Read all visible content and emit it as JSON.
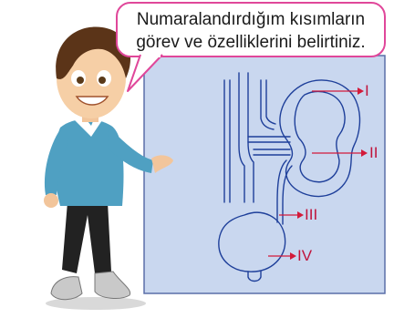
{
  "speech_bubble": {
    "line1": "Numaralandırdığım kısımların",
    "line2": "görev ve özelliklerini belirtiniz."
  },
  "diagram": {
    "labels": [
      "I",
      "II",
      "III",
      "IV"
    ]
  },
  "colors": {
    "board_fill": "#c9d7ef",
    "board_border": "#5a6fa8",
    "line_color": "#1e3f9a",
    "arrow_color": "#d31a3a",
    "bubble_border": "#e0479a"
  }
}
